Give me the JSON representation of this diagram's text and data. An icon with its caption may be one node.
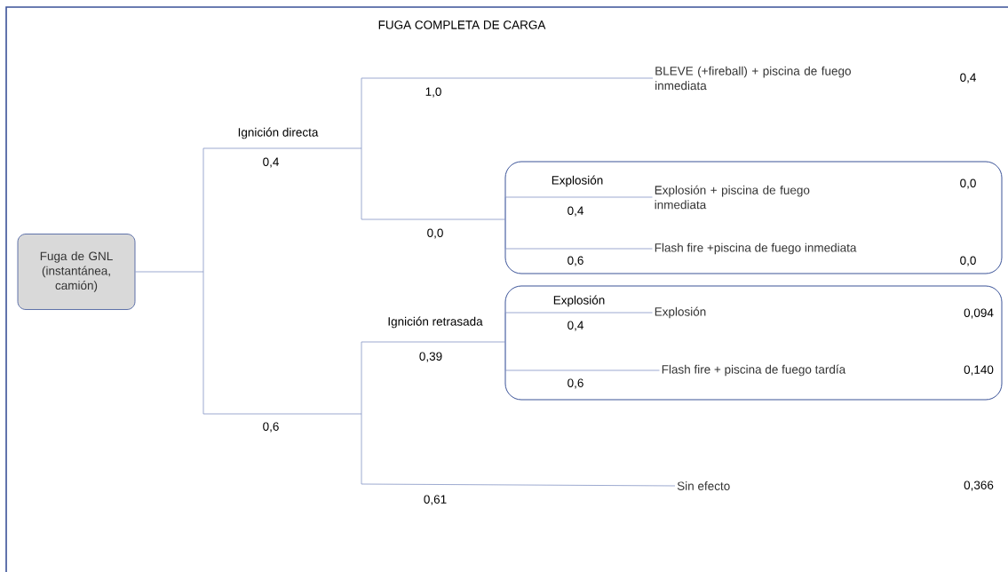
{
  "diagram": {
    "title": "FUGA COMPLETA DE CARGA",
    "nodes": [
      {
        "text": [
          "Fuga de GNL (instantánea, camión)"
        ]
      },
      {
        "text": [
          "BLEVE (+fireball) + piscina de fuego inmediata"
        ]
      },
      {
        "text": [],
        "shape": "box"
      },
      {
        "text": [
          "Explosión + piscina de fuego inmediata"
        ],
        "in": 2
      },
      {
        "text": [
          "Flash fire +piscina de fuego inmediata"
        ],
        "in": 2
      },
      {
        "text": [],
        "shape": "box"
      },
      {
        "text": [
          "Explosión"
        ],
        "in": 5
      },
      {
        "text": [
          "Flash fire + piscina de fuego tardía"
        ],
        "in": 5
      },
      {
        "text": [
          "Sin efecto"
        ]
      }
    ],
    "edges": [
      {
        "from": 0,
        "to": 1,
        "arrow": "none"
      },
      {
        "from": 0,
        "to": 3,
        "arrow": "none"
      },
      {
        "from": 0,
        "to": 4,
        "arrow": "none"
      },
      {
        "from": 0,
        "to": 6,
        "arrow": "none"
      },
      {
        "from": 0,
        "to": 7,
        "arrow": "none"
      },
      {
        "from": 0,
        "to": 8,
        "arrow": "none"
      }
    ],
    "labels": [
      "1,0",
      "0,4",
      "Ignición directa",
      "0,4",
      "Explosión",
      "0,0",
      "0,4",
      "0,0",
      "0,6",
      "0,0",
      "Explosión",
      "0,094",
      "Ignición retrasada",
      "0,4",
      "0,39",
      "0,140",
      "0,6",
      "0,6",
      "0,366",
      "0,61"
    ]
  }
}
